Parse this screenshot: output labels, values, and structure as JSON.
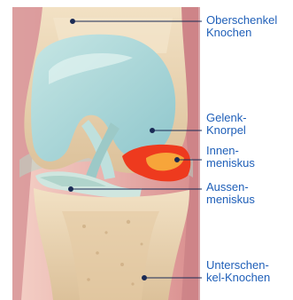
{
  "colors": {
    "label_text": "#1f5fb8",
    "leader_line": "#1a2a55",
    "cartilage": "#a9d8dc",
    "bone": "#e9d3b3",
    "soft_tissue": "#e6a9a8",
    "inner_meniscus": "#ee3a1e",
    "inner_meniscus_core": "#f7a53a",
    "outer_meniscus": "#cfe6df"
  },
  "labels": {
    "femur": "Oberschenkel\nKnochen",
    "cartilage": "Gelenk-\nKnorpel",
    "inner_meniscus": "Innen-\nmeniskus",
    "outer_meniscus": "Aussen-\nmeniskus",
    "tibia": "Unterschen-\nkel-Knochen"
  }
}
